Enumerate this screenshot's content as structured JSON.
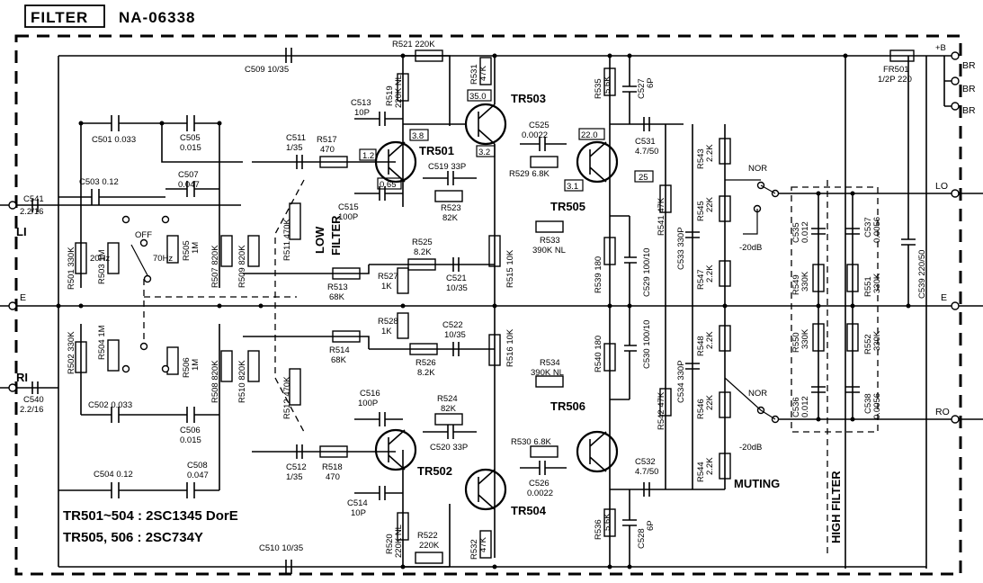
{
  "header": {
    "tag": "FILTER",
    "board": "NA-06338"
  },
  "notes": {
    "line1": "TR501~504 : 2SC1345 DorE",
    "line2": "TR505, 506 : 2SC734Y"
  },
  "terminals": {
    "plus_b": "+B",
    "br1": "BR",
    "br2": "BR",
    "br3": "BR",
    "lo": "LO",
    "e_right": "E",
    "ro": "RO",
    "li": "LI",
    "e_left": "E",
    "ri": "RI"
  },
  "section_labels": {
    "low_filter_1": "LOW",
    "low_filter_2": "FILTER",
    "high_filter": "HIGH FILTER",
    "muting": "MUTING"
  },
  "transistors": [
    "TR501",
    "TR502",
    "TR503",
    "TR504",
    "TR505",
    "TR506"
  ],
  "voltages": [
    "3.8",
    "35.0",
    "1.2",
    "3.2",
    "22.0",
    "0.65",
    "3.1",
    "25"
  ],
  "switch_labels": {
    "off": "OFF",
    "hz20": "20Hz",
    "hz70": "70Hz",
    "nor_top": "NOR",
    "db_top": "-20dB",
    "nor_bot": "NOR",
    "db_bot": "-20dB"
  },
  "components": {
    "c541": [
      "C541",
      "2.2/16"
    ],
    "c540": [
      "C540",
      "2.2/16"
    ],
    "c501": "C501  0.033",
    "c505": [
      "C505",
      "0.015"
    ],
    "c503": "C503  0.12",
    "c507": [
      "C507",
      "0.047"
    ],
    "c502": "C502    0.033",
    "c506": [
      "C506",
      "0.015"
    ],
    "c504": "C504  0.12",
    "c508": [
      "C508",
      "0.047"
    ],
    "r501": "R501  330K",
    "r503": "R503  1M",
    "r505": [
      "R505",
      "1M"
    ],
    "r507": "R507  820K",
    "r509": "R509  820K",
    "r511": "R511  470K",
    "r502": "R502  330K",
    "r504": "R504  1M",
    "r506": [
      "R506",
      "1M"
    ],
    "r508": "R508  820K",
    "r510": "R510  820K",
    "r512": "R512  470K",
    "c509": "C509  10/35",
    "c510": "C510  10/35",
    "c511": [
      "C511",
      "1/35"
    ],
    "c512": [
      "C512",
      "1/35"
    ],
    "r517": [
      "R517",
      "470"
    ],
    "r518": [
      "R518",
      "470"
    ],
    "r521": "R521  220K",
    "r519": [
      "R519",
      "220K NL"
    ],
    "r522": [
      "R522",
      "220K"
    ],
    "r520": [
      "R520",
      "220K NL"
    ],
    "c513": [
      "C513",
      "10P"
    ],
    "c515": [
      "C515",
      "100P"
    ],
    "c514": [
      "C514",
      "10P"
    ],
    "c516": [
      "C516",
      "100P"
    ],
    "r531": [
      "R531",
      "47K"
    ],
    "r532": [
      "R532",
      "47K"
    ],
    "c519": "C519  33P",
    "c520": "C520  33P",
    "r523": [
      "R523",
      "82K"
    ],
    "r524": [
      "R524",
      "82K"
    ],
    "c525": [
      "C525",
      "0.0022"
    ],
    "c526": [
      "C526",
      "0.0022"
    ],
    "r529": "R529  6.8K",
    "r530": "R530  6.8K",
    "r535": [
      "R535",
      "5.6K"
    ],
    "r536": [
      "R536",
      "5.6K"
    ],
    "c527": [
      "C527",
      "6P"
    ],
    "c528": [
      "C528",
      "6P"
    ],
    "c531": [
      "C531",
      "4.7/50"
    ],
    "c532": [
      "C532",
      "4.7/50"
    ],
    "r525": [
      "R525",
      "8.2K"
    ],
    "r526": [
      "R526",
      "8.2K"
    ],
    "c521": [
      "C521",
      "10/35"
    ],
    "c522": [
      "C522",
      "10/35"
    ],
    "r513": [
      "R513",
      "68K"
    ],
    "r514": [
      "R514",
      "68K"
    ],
    "r527": [
      "R527",
      "1K"
    ],
    "r528": [
      "R528",
      "1K"
    ],
    "r515": "R515  10K",
    "r516": "R516  10K",
    "r533": [
      "R533",
      "390K NL"
    ],
    "r534": [
      "R534",
      "390K NL"
    ],
    "r539": "R539  180",
    "r540": "R540  180",
    "c529": "C529  100/10",
    "c530": "C530  100/10",
    "r541": "R541  47K",
    "r542": "R542  47K",
    "c533": "C533  330P",
    "c534": "C534  330P",
    "r543": [
      "R543",
      "2.2K"
    ],
    "r545": [
      "R545",
      "22K"
    ],
    "r547": [
      "R547",
      "2.2K"
    ],
    "r548": [
      "R548",
      "2.2K"
    ],
    "r546": [
      "R546",
      "22K"
    ],
    "r544": [
      "R544",
      "2.2K"
    ],
    "c535": [
      "C535",
      "0.012"
    ],
    "c537": [
      "C537",
      "0.0056"
    ],
    "c536": [
      "C536",
      "0.012"
    ],
    "c538": [
      "C538",
      "0.0056"
    ],
    "r549": [
      "R549",
      "330K"
    ],
    "r551": [
      "R551",
      "330K"
    ],
    "r550": [
      "R550",
      "330K"
    ],
    "r552": [
      "R552",
      "330K"
    ],
    "c539": "C539  220/50",
    "fr501": [
      "FR501",
      "1/2P 220"
    ]
  }
}
